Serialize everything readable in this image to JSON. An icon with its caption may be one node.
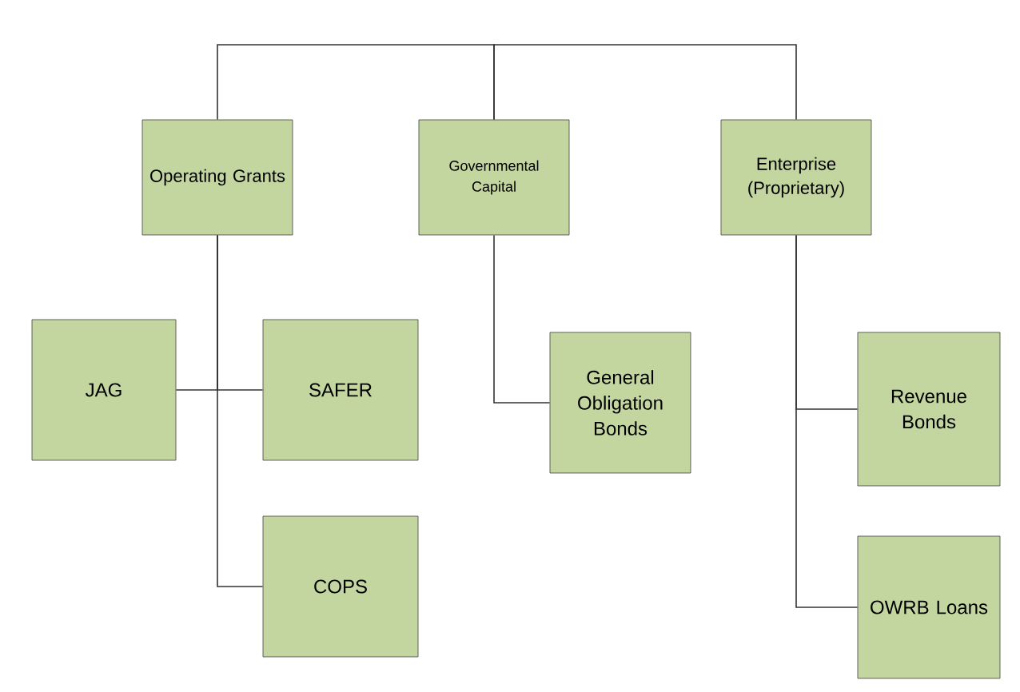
{
  "diagram": {
    "nodes": [
      {
        "text": [
          "Operating Grants"
        ]
      },
      {
        "text": [
          "Governmental Capital"
        ]
      },
      {
        "text": [
          "Enterprise (Proprietary)"
        ]
      },
      {
        "text": [
          "JAG"
        ]
      },
      {
        "text": [
          "SAFER"
        ]
      },
      {
        "text": [
          "COPS"
        ]
      },
      {
        "text": [
          "General Obligation Bonds"
        ]
      },
      {
        "text": [
          "Revenue Bonds"
        ]
      },
      {
        "text": [
          "OWRB Loans"
        ]
      }
    ],
    "edges": [
      {
        "from": 1,
        "to": 0,
        "arrow": "none"
      },
      {
        "from": 1,
        "to": 2,
        "arrow": "none"
      },
      {
        "from": 0,
        "to": 3,
        "arrow": "none"
      },
      {
        "from": 0,
        "to": 4,
        "arrow": "none"
      },
      {
        "from": 0,
        "to": 5,
        "arrow": "none"
      },
      {
        "from": 1,
        "to": 6,
        "arrow": "none"
      },
      {
        "from": 2,
        "to": 7,
        "arrow": "none"
      },
      {
        "from": 2,
        "to": 8,
        "arrow": "none"
      }
    ]
  }
}
